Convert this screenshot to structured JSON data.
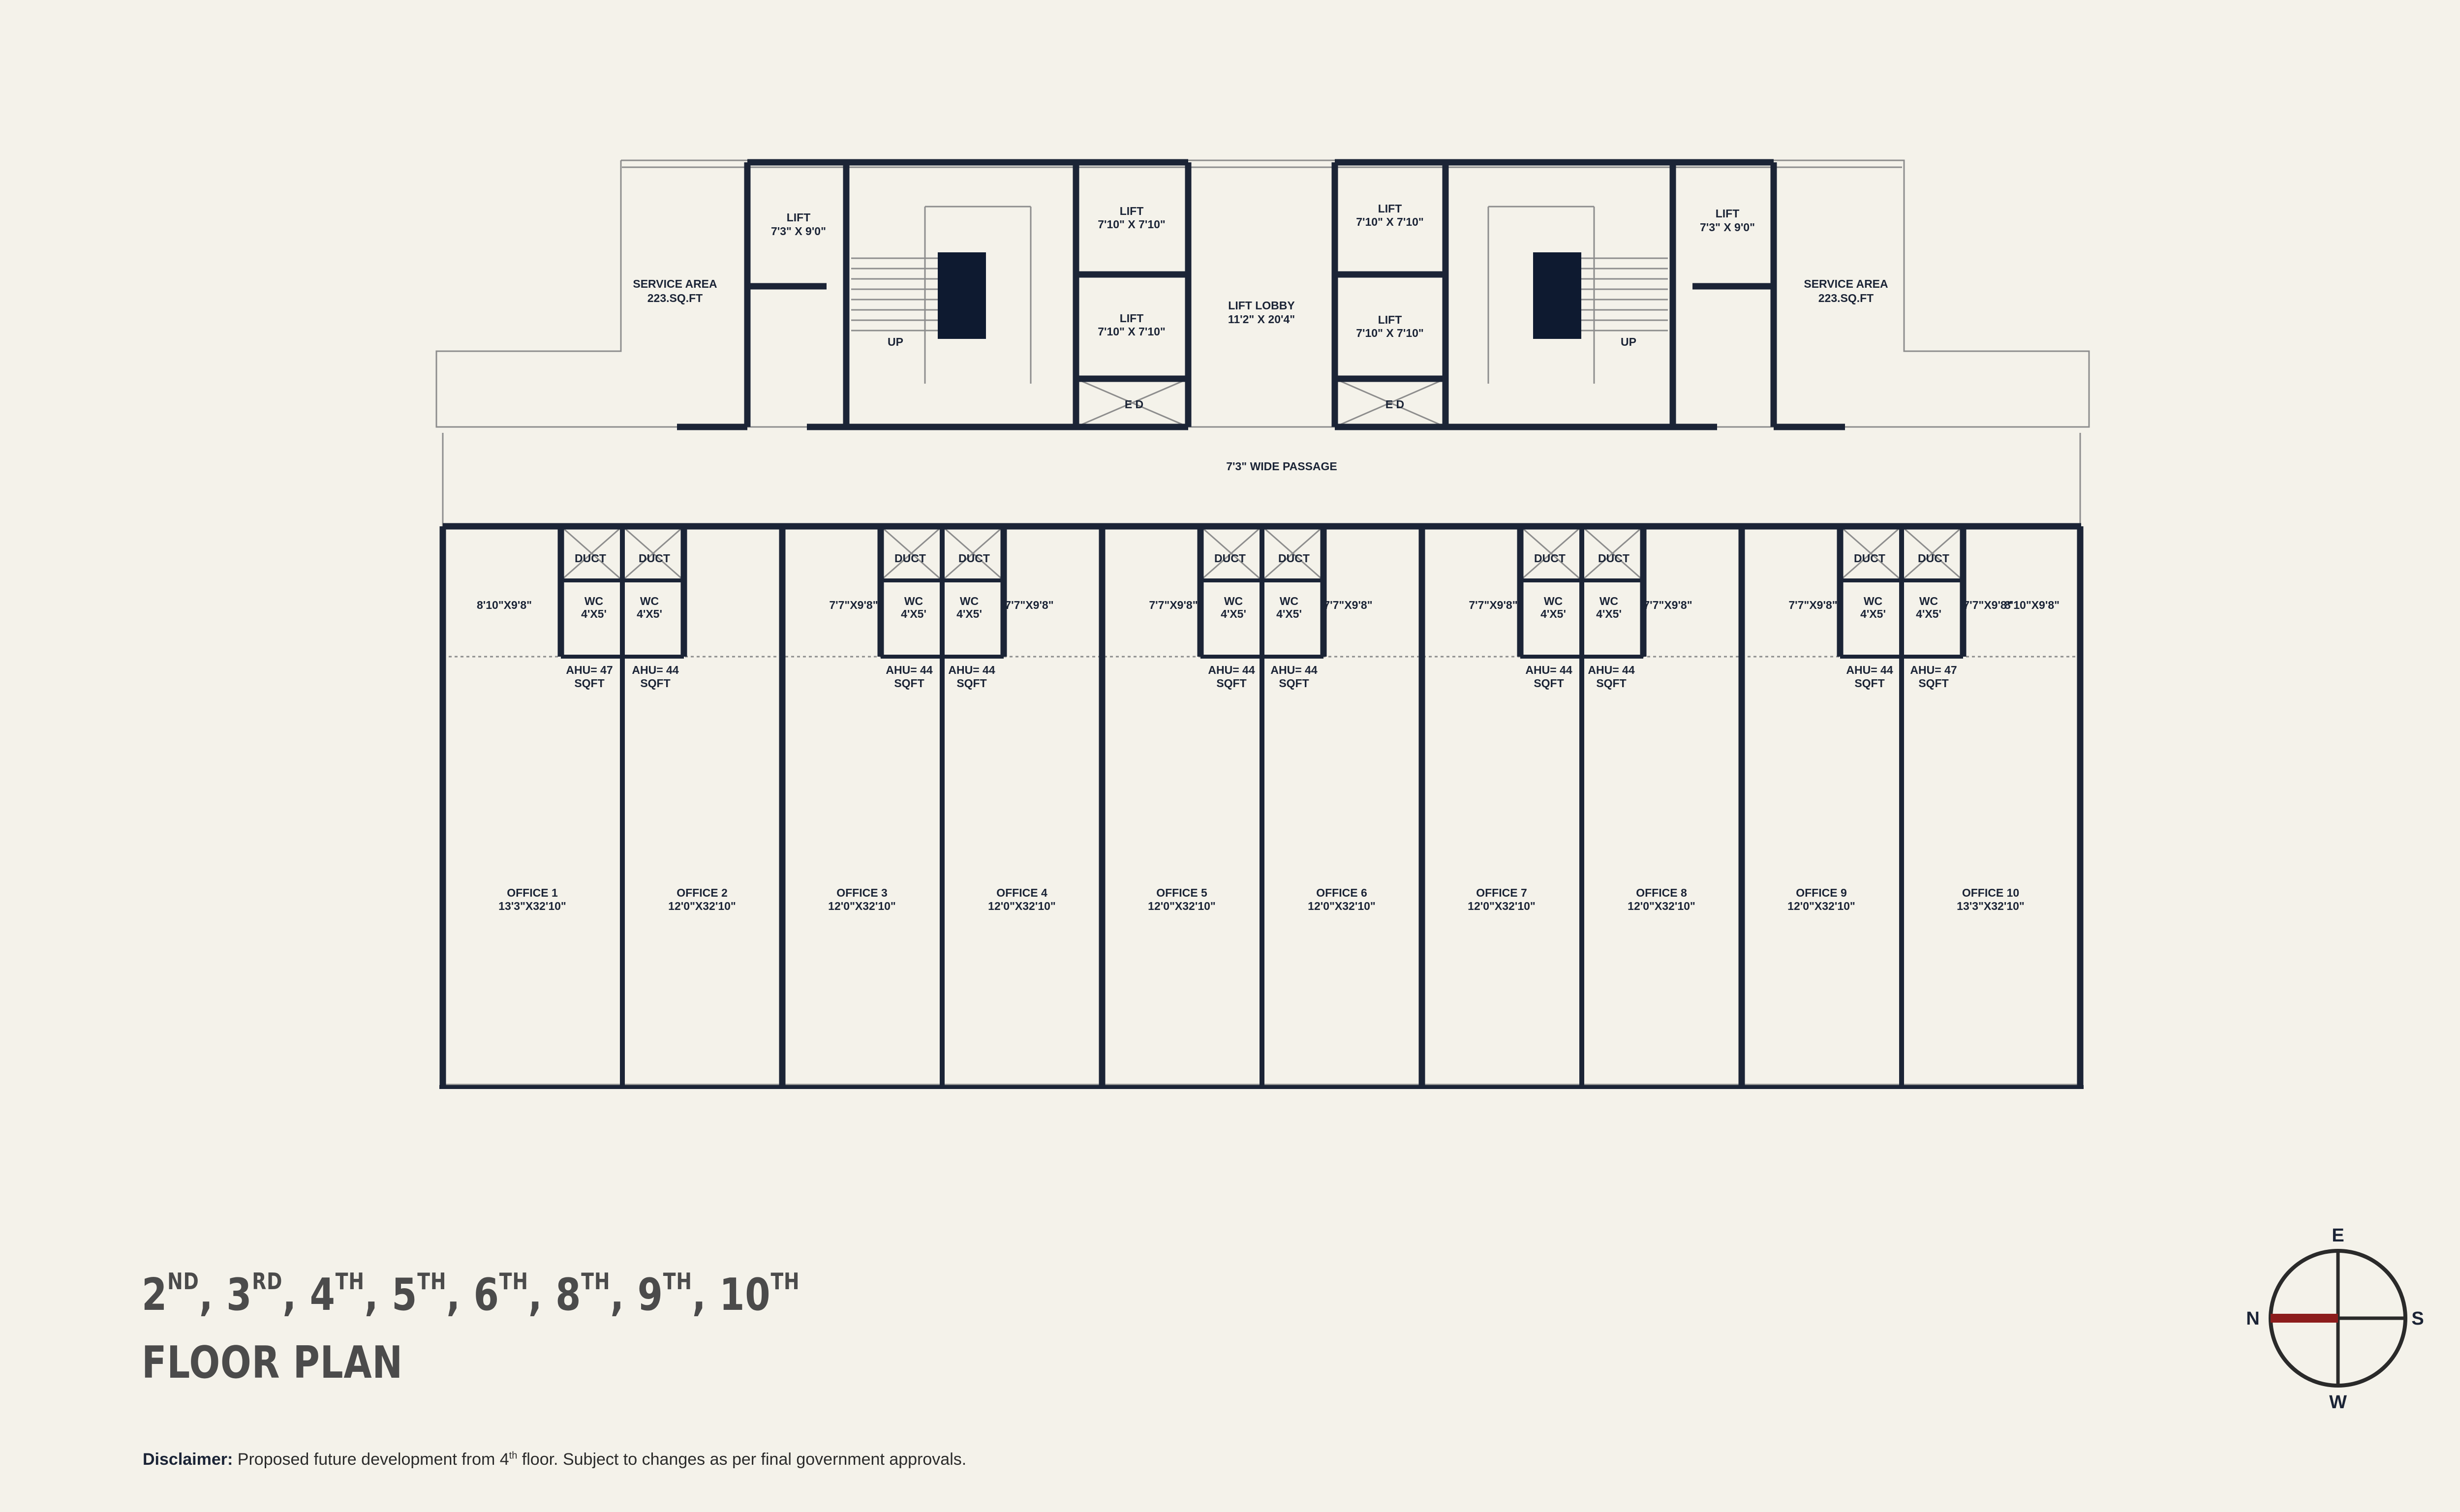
{
  "plan": {
    "service_area_label": "SERVICE  AREA",
    "service_area_size": "223.SQ.FT",
    "lift_label": "LIFT",
    "lift_small_size": "7'3\" X 9'0\"",
    "lift_large_size": "7'10\" X 7'10\"",
    "lobby_label": "LIFT  LOBBY",
    "lobby_size": "11'2\" X 20'4\"",
    "ed_label": "E D",
    "up_label": "UP",
    "passage_label": "7'3\" WIDE PASSAGE",
    "duct_label": "DUCT",
    "wc_label": "WC",
    "wc_size": "4'X5'",
    "sqft_label": "SQFT",
    "balcony_sizes": [
      "8'10\"X9'8\"",
      "7'7\"X9'8\"",
      "7'7\"X9'8\"",
      "7'7\"X9'8\"",
      "7'7\"X9'8\"",
      "7'7\"X9'8\"",
      "7'7\"X9'8\"",
      "7'7\"X9'8\"",
      "7'7\"X9'8\"",
      "8'10\"X9'8\""
    ],
    "ahu_labels": [
      "AHU= 47",
      "AHU= 44",
      "AHU= 44",
      "AHU= 44",
      "AHU= 44",
      "AHU= 44",
      "AHU= 44",
      "AHU= 44",
      "AHU= 44",
      "AHU= 47"
    ],
    "offices": [
      {
        "name": "OFFICE 1",
        "size": "13'3\"X32'10\""
      },
      {
        "name": "OFFICE 2",
        "size": "12'0\"X32'10\""
      },
      {
        "name": "OFFICE 3",
        "size": "12'0\"X32'10\""
      },
      {
        "name": "OFFICE 4",
        "size": "12'0\"X32'10\""
      },
      {
        "name": "OFFICE 5",
        "size": "12'0\"X32'10\""
      },
      {
        "name": "OFFICE 6",
        "size": "12'0\"X32'10\""
      },
      {
        "name": "OFFICE 7",
        "size": "12'0\"X32'10\""
      },
      {
        "name": "OFFICE 8",
        "size": "12'0\"X32'10\""
      },
      {
        "name": "OFFICE 9",
        "size": "12'0\"X32'10\""
      },
      {
        "name": "OFFICE 10",
        "size": "13'3\"X32'10\""
      }
    ]
  },
  "compass": {
    "north": "N",
    "east": "E",
    "south": "S",
    "west": "W"
  },
  "title": {
    "floors": [
      {
        "num": "2",
        "suffix": "ND"
      },
      {
        "num": "3",
        "suffix": "RD"
      },
      {
        "num": "4",
        "suffix": "TH"
      },
      {
        "num": "5",
        "suffix": "TH"
      },
      {
        "num": "6",
        "suffix": "TH"
      },
      {
        "num": "8",
        "suffix": "TH"
      },
      {
        "num": "9",
        "suffix": "TH"
      },
      {
        "num": "10",
        "suffix": "TH"
      }
    ],
    "separator": ", ",
    "subtitle": "FLOOR PLAN"
  },
  "disclaimer": {
    "label": "Disclaimer:",
    "text_before": "Proposed future development from 4",
    "sup": "th",
    "text_after": " floor. Subject to changes as per final government approvals."
  },
  "colors": {
    "background": "#f4f2ea",
    "wall": "#1b2436",
    "compass_north": "#8c1c1c",
    "title": "#4b4b4b"
  }
}
